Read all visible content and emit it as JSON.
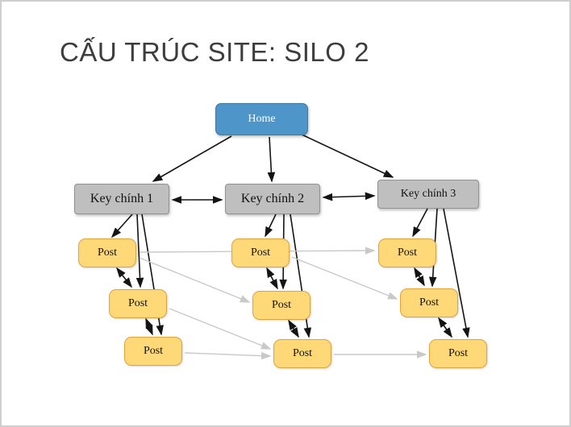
{
  "slide": {
    "title": "CẤU TRÚC SITE: SILO 2"
  },
  "nodes": {
    "home": {
      "label": "Home"
    },
    "key1": {
      "label": "Key chính 1"
    },
    "key2": {
      "label": "Key chính 2"
    },
    "key3": {
      "label": "Key chính 3"
    },
    "posts": [
      "Post",
      "Post",
      "Post",
      "Post",
      "Post",
      "Post",
      "Post",
      "Post",
      "Post"
    ]
  },
  "colors": {
    "title_color": "#3d3d3d",
    "home_fill": "#4E95C9",
    "home_border": "#3E78A8",
    "key_fill": "#BFBFBF",
    "key_border": "#919191",
    "post_fill": "#FFD978",
    "post_border": "#E0A23C",
    "arrow_black": "#141414",
    "arrow_gray": "#C9C9C9"
  }
}
